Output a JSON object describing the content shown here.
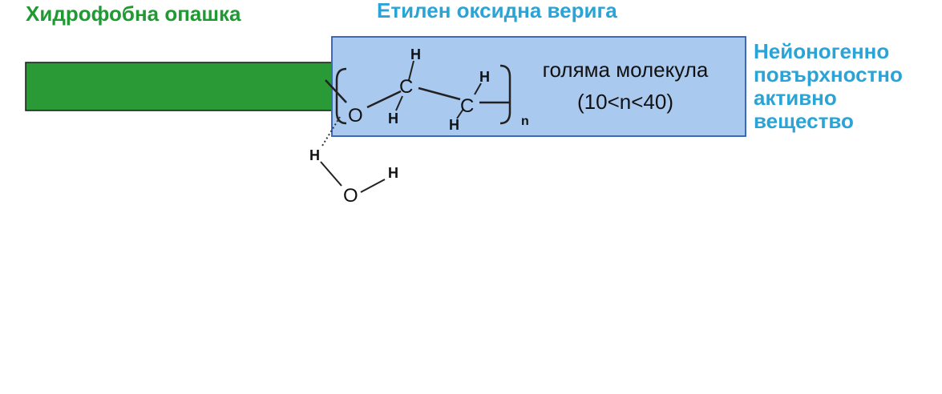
{
  "labels": {
    "hydrophobic_tail": "Хидрофобна опашка",
    "ethylene_oxide_chain": "Етилен оксидна верига",
    "nonionic_surfactant": [
      "Нейоногенно",
      "повърхностно",
      "активно",
      "вещество"
    ]
  },
  "molecule_box": {
    "line1": "голяма молекула",
    "line2": "(10<n<40)"
  },
  "atoms": {
    "oxygen": "O",
    "carbon": "C",
    "hydrogen": "H",
    "subscript_n": "n",
    "water_oxygen": "O",
    "water_h1": "H",
    "water_h2": "H"
  },
  "colors": {
    "tail_fill": "#2a9a36",
    "box_fill": "#a9c9ef",
    "box_border": "#3e68b8",
    "green_text": "#1f9a33",
    "blue_text": "#2aa4d6",
    "bond": "#222222"
  }
}
